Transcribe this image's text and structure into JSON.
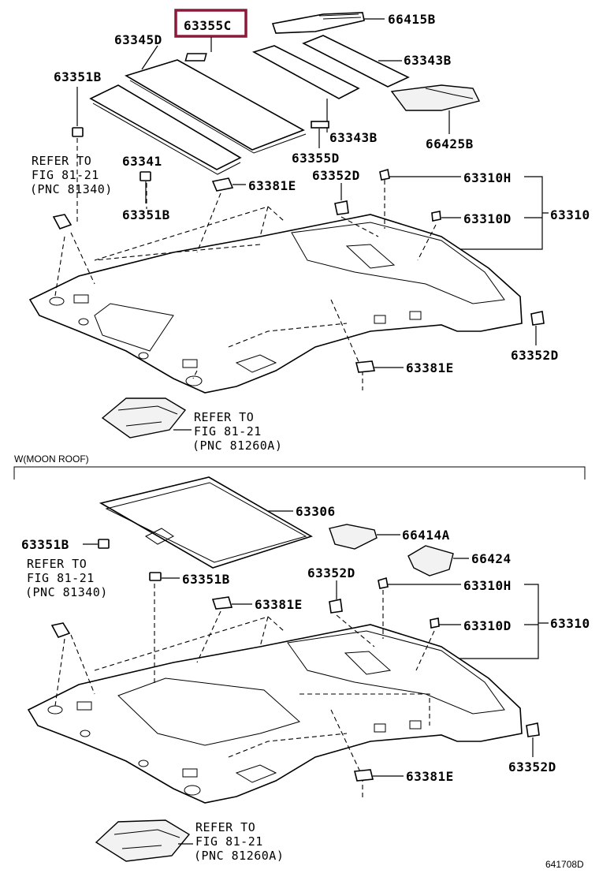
{
  "top": {
    "labels": {
      "p63355C": "63355C",
      "p63345D": "63345D",
      "p66415B": "66415B",
      "p63343B_a": "63343B",
      "p63351B_a": "63351B",
      "p63343B_b": "63343B",
      "p66425B": "66425B",
      "p63341": "63341",
      "p63355D": "63355D",
      "p63352D_a": "63352D",
      "p63310H": "63310H",
      "p63381E_a": "63381E",
      "p63351B_b": "63351B",
      "p63310D": "63310D",
      "p63310": "63310",
      "p63352D_b": "63352D",
      "p63381E_b": "63381E"
    },
    "refer_a": [
      "REFER TO",
      "FIG 81-21",
      "(PNC 81340)"
    ],
    "refer_b": [
      "REFER TO",
      "FIG 81-21",
      "(PNC 81260A)"
    ]
  },
  "divider_caption": "W(MOON ROOF)",
  "bottom": {
    "labels": {
      "p63306": "63306",
      "p63351B_a": "63351B",
      "p66414A": "66414A",
      "p66424": "66424",
      "p63351B_b": "63351B",
      "p63352D_a": "63352D",
      "p63310H": "63310H",
      "p63381E_a": "63381E",
      "p63310D": "63310D",
      "p63310": "63310",
      "p63352D_b": "63352D",
      "p63381E_b": "63381E"
    },
    "refer_a": [
      "REFER TO",
      "FIG 81-21",
      "(PNC 81340)"
    ],
    "refer_b": [
      "REFER TO",
      "FIG 81-21",
      "(PNC 81260A)"
    ]
  },
  "figure_id": "641708D",
  "highlight_color": "#8b1a3a"
}
